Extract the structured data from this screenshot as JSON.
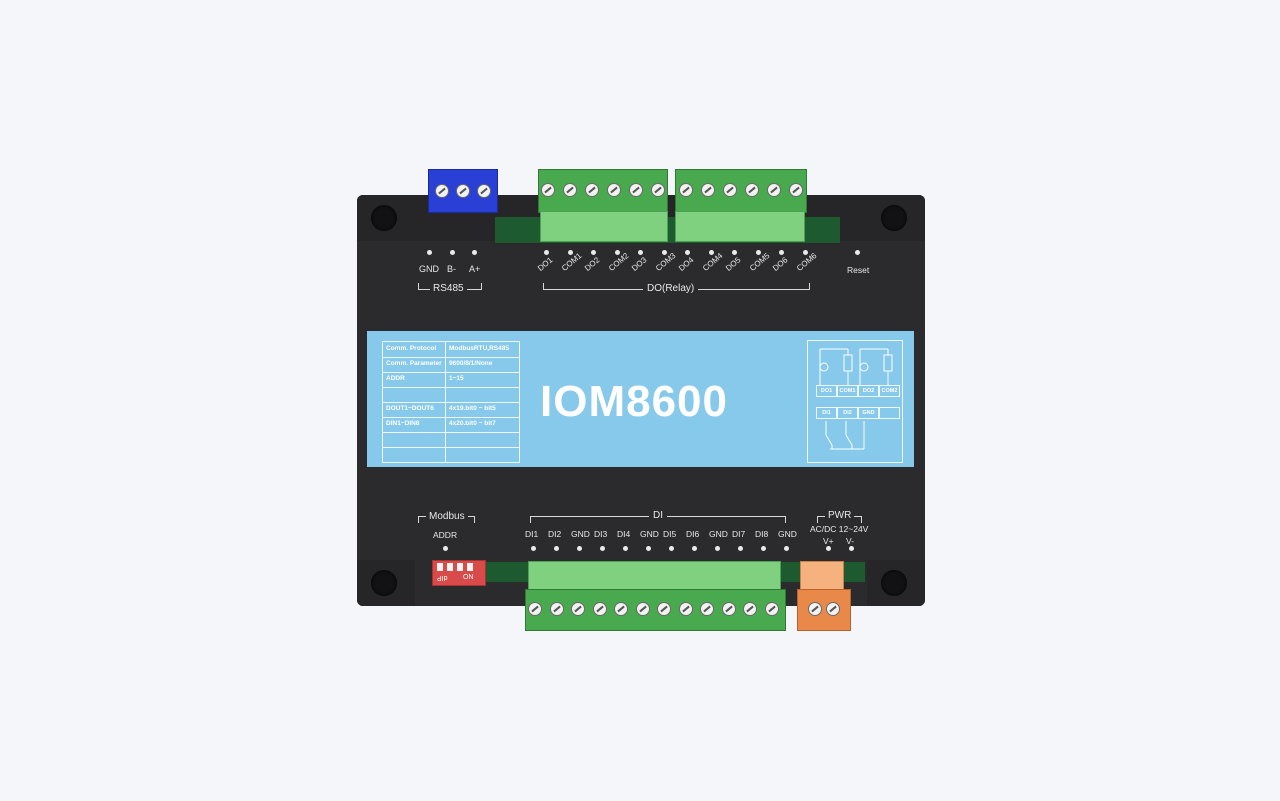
{
  "rs485": {
    "title": "RS485",
    "pins": [
      "GND",
      "B-",
      "A+"
    ]
  },
  "relay_output": {
    "title": "DO(Relay)",
    "pins": [
      "DO1",
      "COM1",
      "DO2",
      "COM2",
      "DO3",
      "COM3",
      "DO4",
      "COM4",
      "DO5",
      "COM5",
      "DO6",
      "COM6"
    ]
  },
  "reset_label": "Reset",
  "panel": {
    "model": "IOM8600",
    "spec_rows": [
      {
        "key": "Comm. Protocol",
        "value": "ModbusRTU,RS485"
      },
      {
        "key": "Comm. Parameter",
        "value": "9600/8/1/None"
      },
      {
        "key": "ADDR",
        "value": "1~15"
      },
      {
        "key": "",
        "value": ""
      },
      {
        "key": "DOUT1~DOUT6",
        "value": "4x19.bit0 ~ bit5"
      },
      {
        "key": "DIN1~DIN8",
        "value": "4x20.bit0 ~ bit7"
      },
      {
        "key": "",
        "value": ""
      },
      {
        "key": "",
        "value": ""
      }
    ],
    "wiring_do": [
      "DO1",
      "COM1",
      "DO2",
      "COM2"
    ],
    "wiring_di": [
      "DI1",
      "DI2",
      "GND",
      ""
    ]
  },
  "modbus": {
    "title": "Modbus",
    "addr_label": "ADDR",
    "dip_labels": [
      "dIP",
      "ON"
    ]
  },
  "digital_input": {
    "title": "DI",
    "pins": [
      "DI1",
      "DI2",
      "GND",
      "DI3",
      "DI4",
      "GND",
      "DI5",
      "DI6",
      "GND",
      "DI7",
      "DI8",
      "GND"
    ]
  },
  "power": {
    "title": "PWR",
    "spec": "AC/DC 12~24V",
    "pins": [
      "V+",
      "V-"
    ]
  },
  "colors": {
    "background": "#f4f6f9",
    "housing": "#2b2b2d",
    "panel": "#87c9ea",
    "rs485_terminal": "#2a3fd6",
    "io_terminal": "#49a94e",
    "power_terminal": "#e8894a",
    "dip_switch": "#d94a4a"
  }
}
